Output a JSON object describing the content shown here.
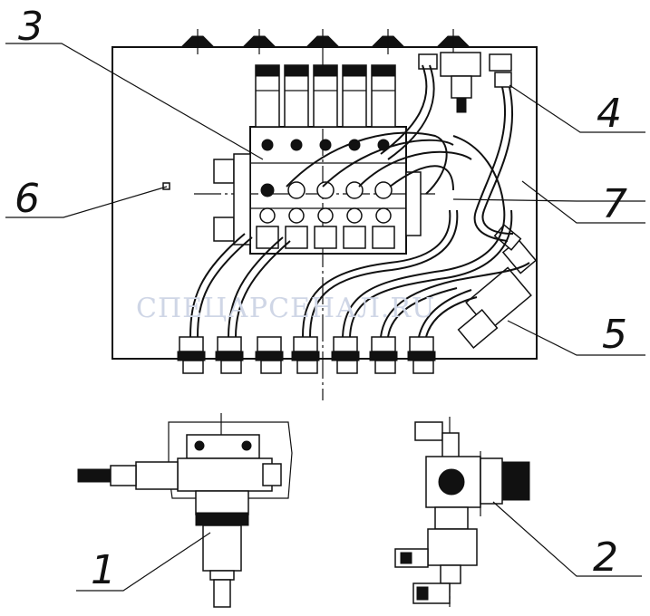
{
  "callouts": {
    "c1": "1",
    "c2": "2",
    "c3": "3",
    "c4": "4",
    "c5": "5",
    "c6": "6",
    "c7": "7"
  },
  "watermark": "СПЕЦАРСЕНАЛ.RU",
  "colors": {
    "line": "#111111",
    "background": "#ffffff",
    "watermark": "#cfd6e6"
  }
}
